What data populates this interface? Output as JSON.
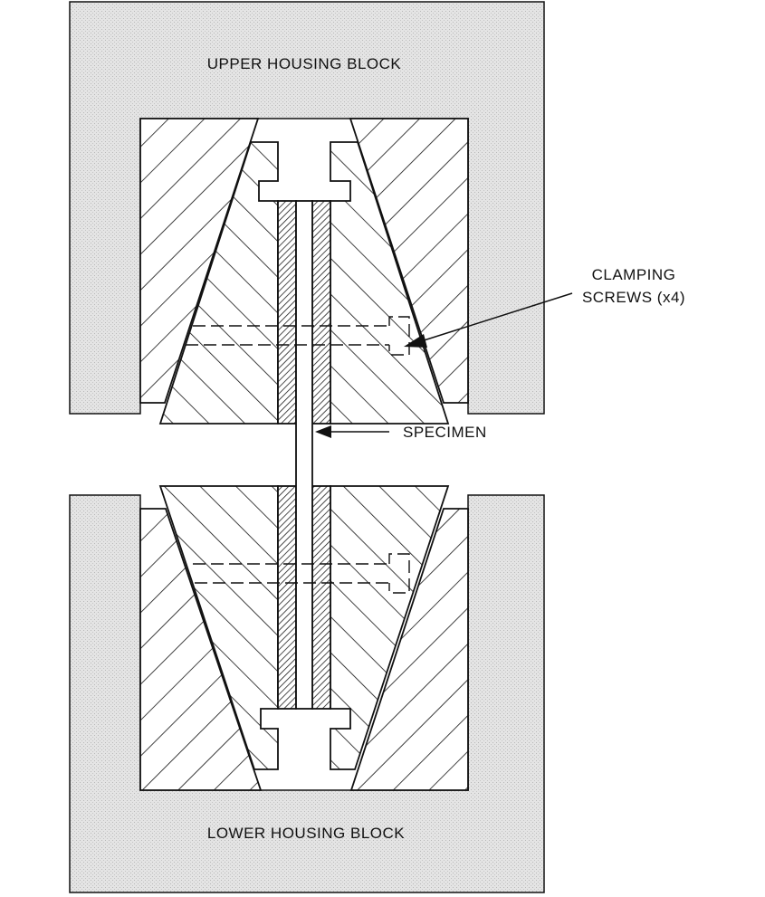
{
  "labels": {
    "upper_housing": "UPPER HOUSING BLOCK",
    "lower_housing": "LOWER HOUSING BLOCK",
    "clamping_line1": "CLAMPING",
    "clamping_line2": "SCREWS (x4)",
    "specimen": "SPECIMEN"
  },
  "colors": {
    "housing_fill": "#e2e2e2",
    "line": "#111111"
  }
}
